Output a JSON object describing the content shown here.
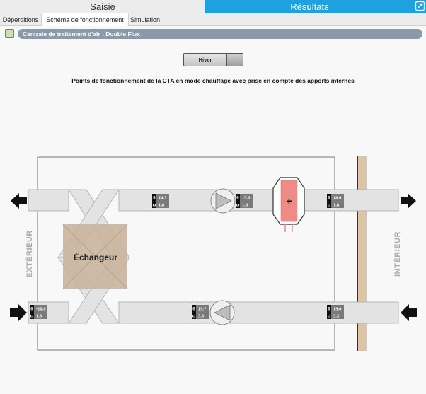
{
  "tabs": {
    "saisie": "Saisie",
    "resultats": "Résultats"
  },
  "subtabs": [
    "Déperditions",
    "Schéma de fonctionnement CTA",
    "Simulation"
  ],
  "section": {
    "title": "Centrale de traitement d'air : Double Flux"
  },
  "toggle": {
    "label": "Hiver"
  },
  "description": "Points de fonctionnement de la CTA en mode chauffage avec prise en compte des apports internes",
  "diagram": {
    "exterior_label": "EXTÉRIEUR",
    "interior_label": "INTÉRIEUR",
    "exchanger_label": "Échangeur",
    "theta_symbol": "θ",
    "omega_symbol": "ω",
    "heater_symbol": "+",
    "points": {
      "supply_after_exchanger": {
        "theta": "14.3",
        "omega": "1.8"
      },
      "supply_after_fan": {
        "theta": "15.0",
        "omega": "1.8"
      },
      "supply_out": {
        "theta": "18.0",
        "omega": "1.8"
      },
      "outdoor_in": {
        "theta": "-10.0",
        "omega": "1.8"
      },
      "exhaust_after_fan": {
        "theta": "19.7",
        "omega": "3.3"
      },
      "return_in": {
        "theta": "19.0",
        "omega": "3.3"
      }
    }
  },
  "colors": {
    "accent": "#1ea1e0",
    "duct": "#e3e3e3",
    "exchanger": "#c9b29b",
    "heater": "#ef8a85",
    "wall": "#ddc4a6"
  }
}
